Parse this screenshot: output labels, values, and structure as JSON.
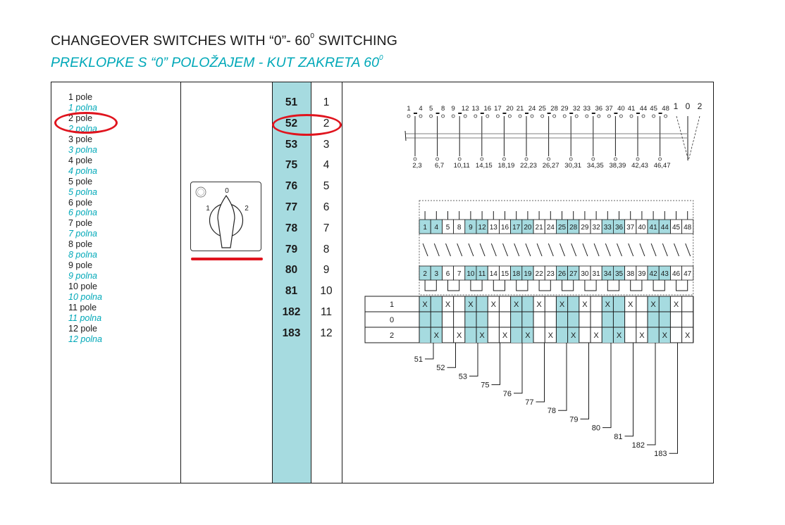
{
  "header": {
    "title": "CHANGEOVER SWITCHES WITH “0”- 60",
    "title_sup": "0",
    "title_end": " SWITCHING",
    "subtitle": "PREKLOPKE S “0” POLOŽAJEM -  KUT ZAKRETA 60",
    "subtitle_sup": "0"
  },
  "colors": {
    "accent": "#00a8b8",
    "teal_fill": "#a6dbe0",
    "marker": "#e0141e"
  },
  "poles": [
    {
      "en": "1 pole",
      "hr": "1 polna"
    },
    {
      "en": "2 pole",
      "hr": "2 polna"
    },
    {
      "en": "3 pole",
      "hr": "3 polna"
    },
    {
      "en": "4 pole",
      "hr": "4 polna"
    },
    {
      "en": "5 pole",
      "hr": "5 polna"
    },
    {
      "en": "6 pole",
      "hr": "6 polna"
    },
    {
      "en": "7 pole",
      "hr": "7 polna"
    },
    {
      "en": "8 pole",
      "hr": "8 polna"
    },
    {
      "en": "9 pole",
      "hr": "9 polna"
    },
    {
      "en": "10 pole",
      "hr": "10 polna"
    },
    {
      "en": "11 pole",
      "hr": "11 polna"
    },
    {
      "en": "12 pole",
      "hr": "12 polna"
    }
  ],
  "selected_pole": "2 pole",
  "codes": [
    "51",
    "52",
    "53",
    "75",
    "76",
    "77",
    "78",
    "79",
    "80",
    "81",
    "182",
    "183"
  ],
  "pole_numbers": [
    "1",
    "2",
    "3",
    "4",
    "5",
    "6",
    "7",
    "8",
    "9",
    "10",
    "11",
    "12"
  ],
  "selected_code": "52",
  "switch_symbol": {
    "positions": [
      "0",
      "1",
      "2"
    ],
    "icon": "rotary-handle-icon",
    "badge_icon": "approval-mark-icon"
  },
  "top_diagram": {
    "top_labels": [
      "1",
      "4",
      "5",
      "8",
      "9",
      "12",
      "13",
      "16",
      "17",
      "20",
      "21",
      "24",
      "25",
      "28",
      "29",
      "32",
      "33",
      "36",
      "37",
      "40",
      "41",
      "44",
      "45",
      "48"
    ],
    "position_labels": [
      "1",
      "0",
      "2"
    ],
    "bottom_labels": [
      "2,3",
      "6,7",
      "10,11",
      "14,15",
      "18,19",
      "22,23",
      "26,27",
      "30,31",
      "34,35",
      "38,39",
      "42,43",
      "46,47"
    ]
  },
  "terminals": {
    "top": [
      "1",
      "4",
      "5",
      "8",
      "9",
      "12",
      "13",
      "16",
      "17",
      "20",
      "21",
      "24",
      "25",
      "28",
      "29",
      "32",
      "33",
      "36",
      "37",
      "40",
      "41",
      "44",
      "45",
      "48"
    ],
    "bottom": [
      "2",
      "3",
      "6",
      "7",
      "10",
      "11",
      "14",
      "15",
      "18",
      "19",
      "22",
      "23",
      "26",
      "27",
      "30",
      "31",
      "34",
      "35",
      "38",
      "39",
      "42",
      "43",
      "46",
      "47"
    ],
    "highlighted_cols": [
      0,
      1,
      4,
      5,
      8,
      9,
      12,
      13,
      16,
      17,
      20,
      21
    ]
  },
  "switching_table": {
    "rows": [
      "1",
      "0",
      "2"
    ],
    "mark": "X",
    "row1_cols": [
      0,
      2,
      4,
      6,
      8,
      10,
      12,
      14,
      16,
      18,
      20,
      22
    ],
    "row2_cols": [
      1,
      3,
      5,
      7,
      9,
      11,
      13,
      15,
      17,
      19,
      21,
      23
    ]
  },
  "code_ladder": [
    "51",
    "52",
    "53",
    "75",
    "76",
    "77",
    "78",
    "79",
    "80",
    "81",
    "182",
    "183"
  ]
}
